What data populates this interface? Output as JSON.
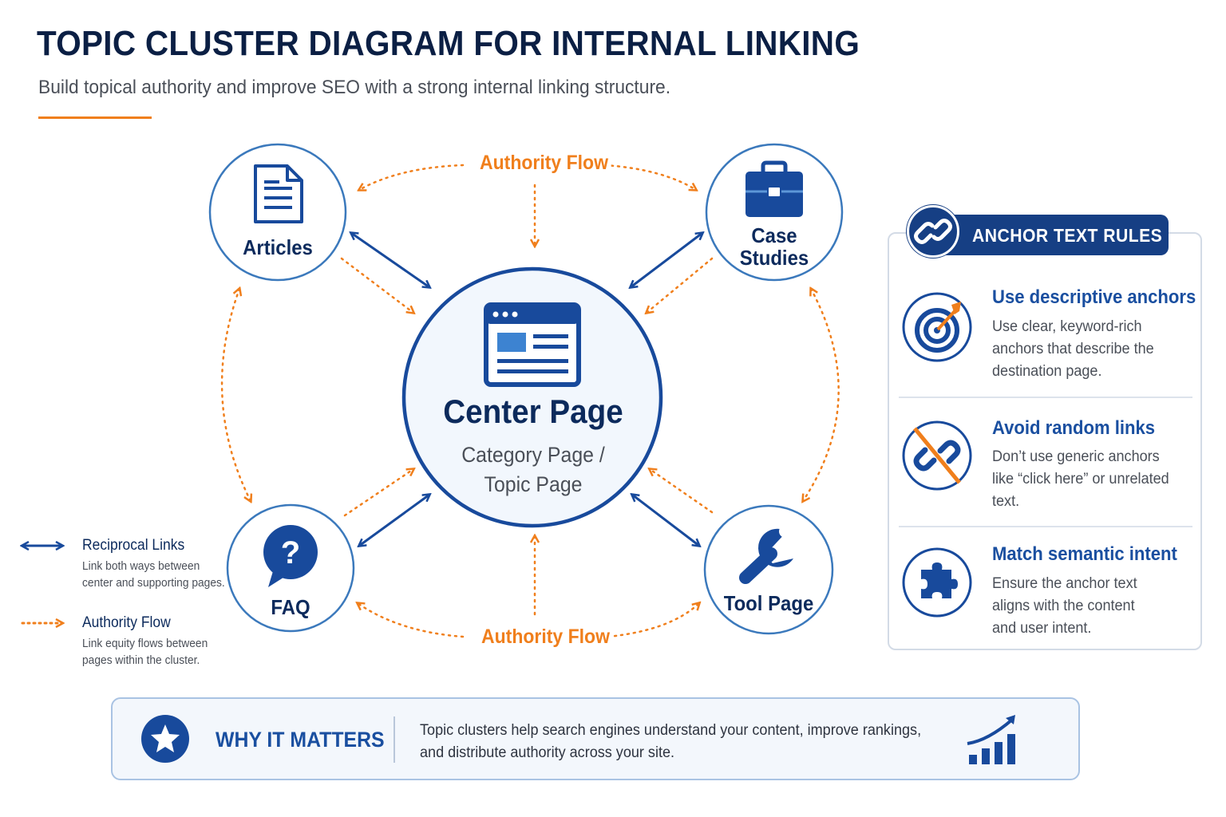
{
  "header": {
    "title": "TOPIC CLUSTER DIAGRAM FOR INTERNAL LINKING",
    "subtitle": "Build topical authority and improve SEO with a strong internal linking structure."
  },
  "colors": {
    "navy": "#0c2a5c",
    "blue": "#1a4fa0",
    "accent_orange": "#f07f1c",
    "circle_outline": "#3b79bc"
  },
  "diagram": {
    "center": {
      "icon": "browser-window-icon",
      "title": "Center Page",
      "subtitle_line1": "Category Page /",
      "subtitle_line2": "Topic Page"
    },
    "nodes": {
      "articles": {
        "icon": "document-icon",
        "label": "Articles"
      },
      "case_studies": {
        "icon": "briefcase-icon",
        "label_line1": "Case",
        "label_line2": "Studies"
      },
      "faq": {
        "icon": "question-bubble-icon",
        "label": "FAQ"
      },
      "tool_page": {
        "icon": "wrench-icon",
        "label": "Tool Page"
      }
    },
    "flow_top": "Authority Flow",
    "flow_bottom": "Authority Flow"
  },
  "legend": {
    "reciprocal": {
      "icon": "double-arrow-icon",
      "title": "Reciprocal Links",
      "desc_line1": "Link both ways between",
      "desc_line2": "center and supporting pages."
    },
    "authority": {
      "icon": "dotted-arrow-icon",
      "title": "Authority Flow",
      "desc_line1": "Link equity flows between",
      "desc_line2": "pages within the cluster."
    }
  },
  "rules": {
    "title": "ANCHOR TEXT RULES",
    "badge_icon": "link-icon",
    "items": [
      {
        "icon": "target-icon",
        "title": "Use descriptive anchors",
        "lines": [
          "Use clear, keyword-rich",
          "anchors that describe the",
          "destination page."
        ]
      },
      {
        "icon": "broken-link-icon",
        "title": "Avoid random links",
        "lines": [
          "Don’t use generic anchors",
          "like “click here” or unrelated",
          "text."
        ]
      },
      {
        "icon": "puzzle-icon",
        "title": "Match semantic intent",
        "lines": [
          "Ensure the anchor text",
          "aligns with the content",
          "and user intent."
        ]
      }
    ]
  },
  "footer": {
    "icon": "star-icon",
    "title": "WHY IT MATTERS",
    "text_line1": "Topic clusters help search engines understand your content, improve rankings,",
    "text_line2": "and distribute authority across your site.",
    "chart_icon": "growth-chart-icon"
  }
}
